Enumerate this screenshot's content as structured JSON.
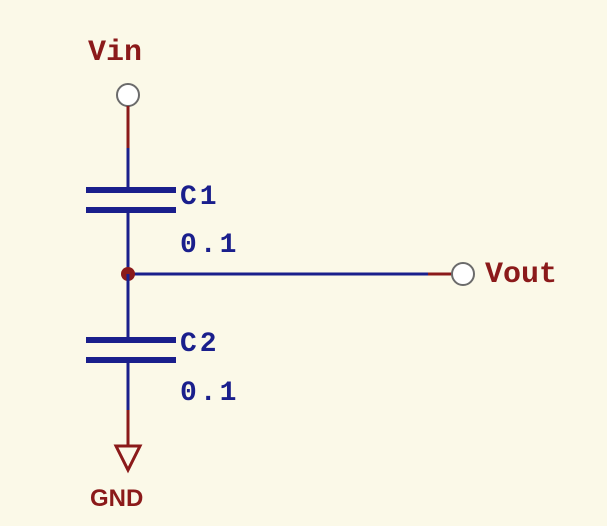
{
  "nets": {
    "vin": "Vin",
    "vout": "Vout",
    "gnd": "GND"
  },
  "components": {
    "c1": {
      "ref": "C1",
      "value": "0.1"
    },
    "c2": {
      "ref": "C2",
      "value": "0.1"
    }
  },
  "colors": {
    "background": "#fbf9e8",
    "net_label": "#8b1a1a",
    "component_label": "#1a1f8c",
    "wire": "#1a1f8c",
    "pin": "#8b1a1a",
    "junction": "#8b1a1a",
    "port_circle": "#6b6b6b"
  }
}
